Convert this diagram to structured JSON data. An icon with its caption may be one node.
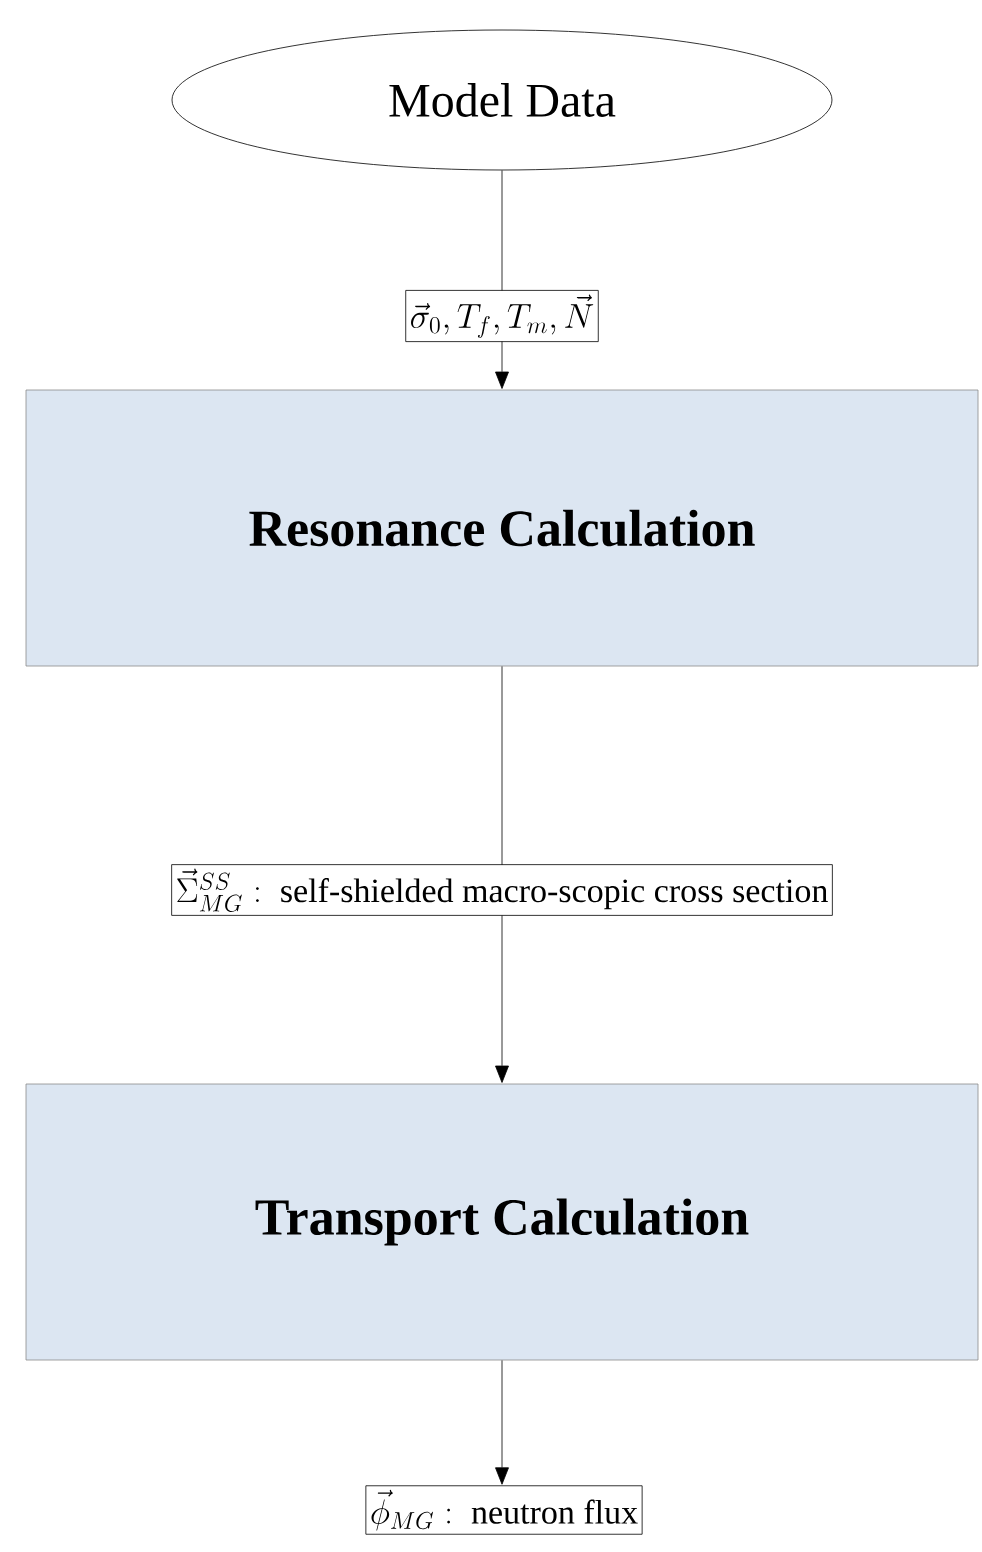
{
  "diagram": {
    "nodes": [
      {
        "text": [
          "Model Data"
        ]
      },
      {
        "text": [
          "Resonance Calculation"
        ]
      },
      {
        "text": [
          "Transport Calculation"
        ]
      },
      {
        "text": [
          "\\vec{\\phi}_{MG}:\\ \\text{neutron flux}"
        ]
      }
    ],
    "edges": [
      {
        "from": 0,
        "to": 1,
        "arrow": "to",
        "label": "\\vec{\\sigma}_0,T_f,T_m,\\vec{N}"
      },
      {
        "from": 1,
        "to": 2,
        "arrow": "to",
        "label": "\\vec{\\Sigma}_{MG}^{SS}:\\ \\text{self-shielded macro-scopic cross section}"
      },
      {
        "from": 2,
        "to": 3,
        "arrow": "to"
      }
    ]
  }
}
